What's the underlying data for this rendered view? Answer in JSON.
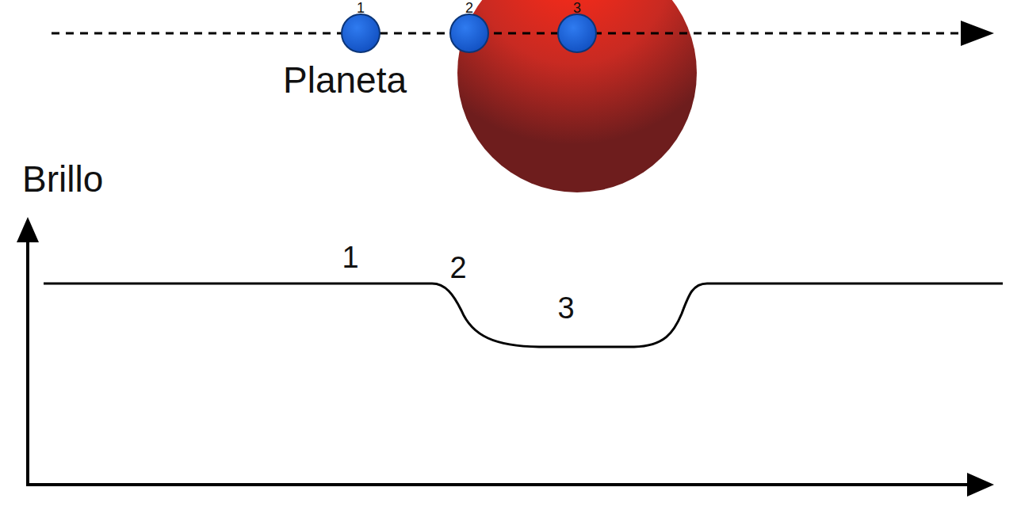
{
  "diagram": {
    "labels": [
      "1",
      "2",
      "3",
      "Planeta",
      "Brillo",
      "1",
      "2",
      "3"
    ]
  }
}
